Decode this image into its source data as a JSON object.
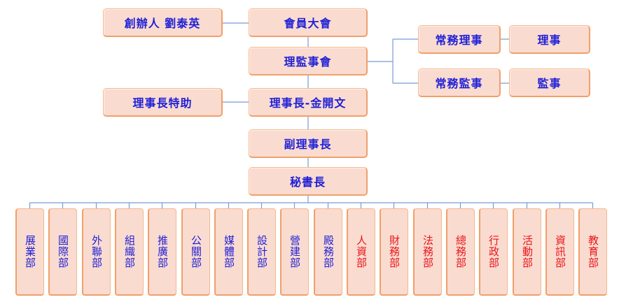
{
  "chart_data": {
    "type": "org-chart",
    "colors": {
      "box_fill": "#fadbd0",
      "box_border": "#f0a06a",
      "text_blue": "#1f1fd6",
      "text_red": "#e8161b",
      "connector": "#7a9ad4"
    },
    "nodes": {
      "founder": "創辦人 劉泰英",
      "general_assembly": "會員大會",
      "board": "理監事會",
      "exec_director": "常務理事",
      "director": "理事",
      "exec_supervisor": "常務監事",
      "supervisor": "監事",
      "chair_assistant": "理事長特助",
      "chairman": "理事長-金開文",
      "vice_chairman": "副理事長",
      "secretary_general": "秘書長"
    },
    "departments": [
      {
        "label": "展業部",
        "color": "blue"
      },
      {
        "label": "國際部",
        "color": "blue"
      },
      {
        "label": "外聯部",
        "color": "blue"
      },
      {
        "label": "組織部",
        "color": "blue"
      },
      {
        "label": "推廣部",
        "color": "blue"
      },
      {
        "label": "公關部",
        "color": "blue"
      },
      {
        "label": "媒體部",
        "color": "blue"
      },
      {
        "label": "設計部",
        "color": "blue"
      },
      {
        "label": "營建部",
        "color": "blue"
      },
      {
        "label": "殿務部",
        "color": "blue"
      },
      {
        "label": "人資部",
        "color": "red"
      },
      {
        "label": "財務部",
        "color": "red"
      },
      {
        "label": "法務部",
        "color": "red"
      },
      {
        "label": "總務部",
        "color": "red"
      },
      {
        "label": "行政部",
        "color": "red"
      },
      {
        "label": "活動部",
        "color": "red"
      },
      {
        "label": "資訊部",
        "color": "red"
      },
      {
        "label": "教育部",
        "color": "red"
      }
    ],
    "edges": [
      [
        "founder",
        "general_assembly"
      ],
      [
        "general_assembly",
        "board"
      ],
      [
        "board",
        "exec_director"
      ],
      [
        "board",
        "exec_supervisor"
      ],
      [
        "exec_director",
        "director"
      ],
      [
        "exec_supervisor",
        "supervisor"
      ],
      [
        "board",
        "chairman"
      ],
      [
        "chair_assistant",
        "chairman"
      ],
      [
        "chairman",
        "vice_chairman"
      ],
      [
        "vice_chairman",
        "secretary_general"
      ],
      [
        "secretary_general",
        "departments"
      ]
    ]
  }
}
